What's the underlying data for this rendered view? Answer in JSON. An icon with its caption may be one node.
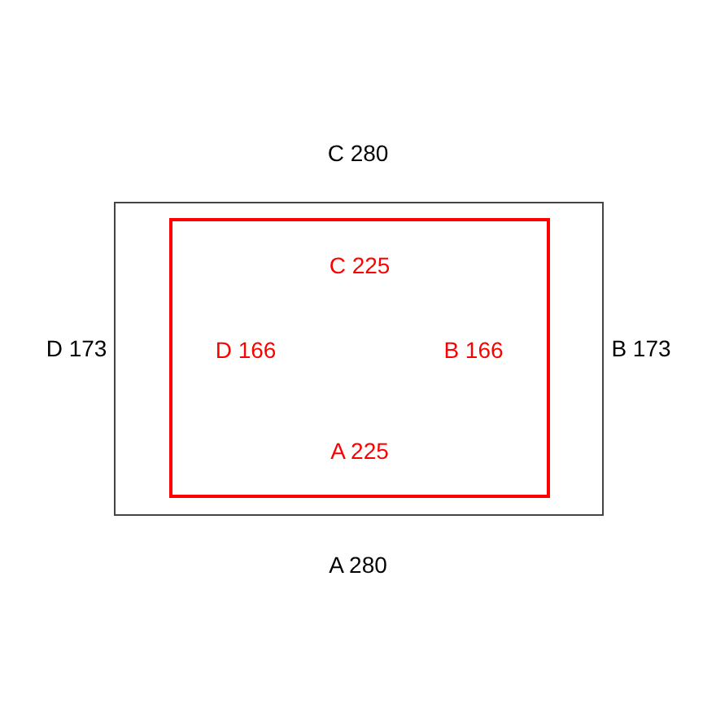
{
  "diagram": {
    "nodes": [
      {
        "text": [],
        "shape": "box",
        "beside": [
          "C 280",
          "D 173",
          "B 173",
          "A 280"
        ]
      },
      {
        "text": [
          "C 225",
          "D 166",
          "B 166",
          "A 225"
        ],
        "in": 0
      }
    ]
  }
}
